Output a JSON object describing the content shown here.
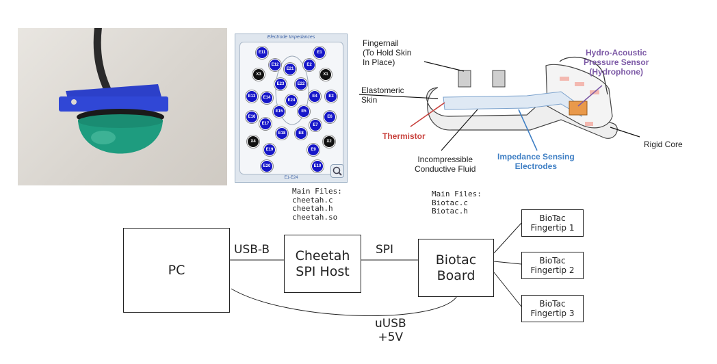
{
  "impedance_panel": {
    "title": "Electrode Impedances",
    "footer": "E1-E24",
    "electrodes": [
      {
        "label": "E11",
        "dark": false
      },
      {
        "label": "E1",
        "dark": false
      },
      {
        "label": "E12",
        "dark": false
      },
      {
        "label": "E2",
        "dark": false
      },
      {
        "label": "E21",
        "dark": false
      },
      {
        "label": "X3",
        "dark": true
      },
      {
        "label": "X1",
        "dark": true
      },
      {
        "label": "E23",
        "dark": false
      },
      {
        "label": "E22",
        "dark": false
      },
      {
        "label": "E13",
        "dark": false
      },
      {
        "label": "E14",
        "dark": false
      },
      {
        "label": "E24",
        "dark": false
      },
      {
        "label": "E4",
        "dark": false
      },
      {
        "label": "E3",
        "dark": false
      },
      {
        "label": "E15",
        "dark": false
      },
      {
        "label": "E5",
        "dark": false
      },
      {
        "label": "E16",
        "dark": false
      },
      {
        "label": "E17",
        "dark": false
      },
      {
        "label": "E6",
        "dark": false
      },
      {
        "label": "E7",
        "dark": false
      },
      {
        "label": "E18",
        "dark": false
      },
      {
        "label": "E8",
        "dark": false
      },
      {
        "label": "X4",
        "dark": true
      },
      {
        "label": "X2",
        "dark": true
      },
      {
        "label": "E19",
        "dark": false
      },
      {
        "label": "E9",
        "dark": false
      },
      {
        "label": "E20",
        "dark": false
      },
      {
        "label": "E10",
        "dark": false
      }
    ]
  },
  "sensor": {
    "fingernail": "Fingernail\n(To Hold Skin\nIn Place)",
    "elastomeric": "Elastomeric\nSkin",
    "thermistor": "Thermistor",
    "fluid": "Incompressible\nConductive Fluid",
    "electrodes": "Impedance Sensing\nElectrodes",
    "hydrophone": "Hydro-Acoustic\nPressure Sensor\n(Hydrophone)",
    "core": "Rigid Core"
  },
  "files": {
    "cheetah": "Main Files:\ncheetah.c\ncheetah.h\ncheetah.so",
    "biotac": "Main Files:\nBiotac.c\nBiotac.h"
  },
  "blocks": {
    "pc": "PC",
    "cheetah": "Cheetah\nSPI Host",
    "biotac": "Biotac\nBoard",
    "finger1": "BioTac\nFingertip 1",
    "finger2": "BioTac\nFingertip 2",
    "finger3": "BioTac\nFingertip 3"
  },
  "connections": {
    "usbb": "USB-B",
    "spi": "SPI",
    "uusb": "uUSB\n+5V"
  },
  "colors": {
    "electrode_blue": "#1616c8",
    "thermistor_red": "#c8413c",
    "impedance_blue": "#3f7fc4",
    "hydrophone_purple": "#7d5aa6"
  }
}
